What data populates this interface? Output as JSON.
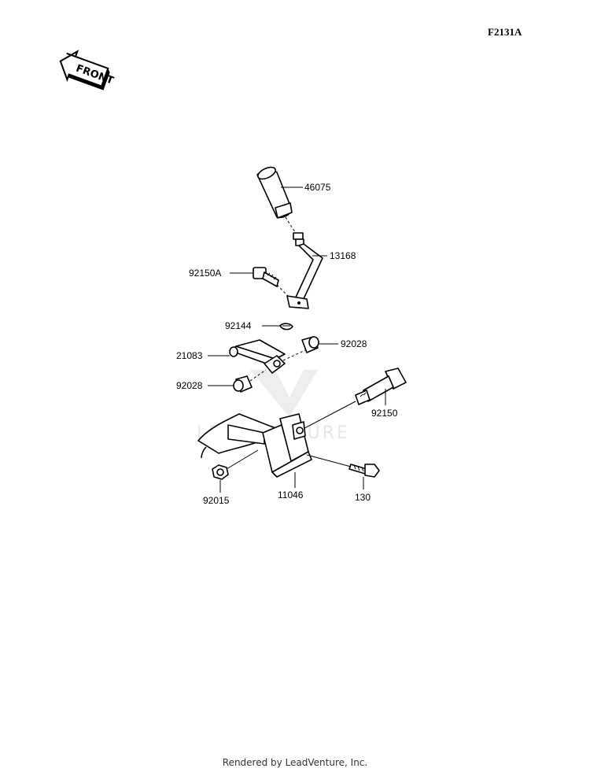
{
  "diagram_code": "F2131A",
  "front_arrow": {
    "label": "FRONT",
    "icon": "front-arrow-icon"
  },
  "watermark": "LEADVENTURE",
  "parts": {
    "knob": "46075",
    "lever": "13168",
    "lever_bolt": "92150A",
    "spring_pin": "92144",
    "collar_right": "92028",
    "shaft": "21083",
    "collar_left": "92028",
    "pivot_bolt": "92150",
    "bracket": "11046",
    "nut": "92015",
    "bolt": "130"
  },
  "footer": "Rendered by LeadVenture, Inc."
}
